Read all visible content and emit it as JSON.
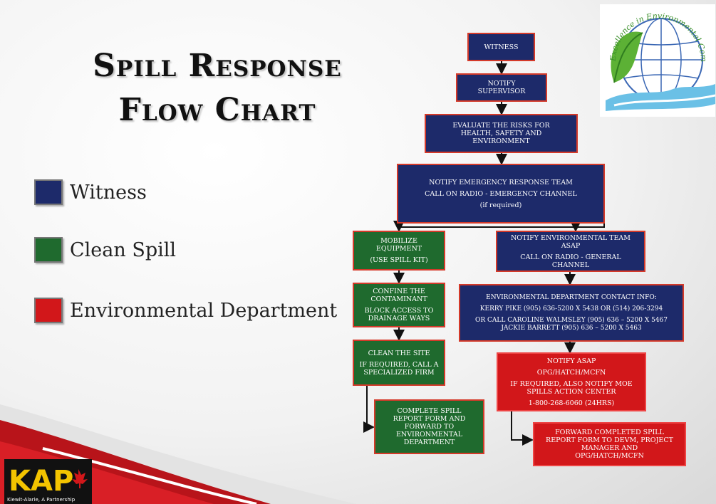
{
  "title": {
    "line1": "Spill Response",
    "line2": "Flow Chart"
  },
  "legend": [
    {
      "label": "Witness",
      "color": "#1d2a6a"
    },
    {
      "label": "Clean Spill",
      "color": "#1f6a2e"
    },
    {
      "label": "Environmental Department",
      "color": "#d2171a"
    }
  ],
  "flow": {
    "witness": [
      "WITNESS"
    ],
    "notify_supervisor": [
      "NOTIFY",
      "SUPERVISOR"
    ],
    "evaluate": [
      "EVALUATE THE RISKS FOR",
      "HEALTH, SAFETY AND",
      "ENVIRONMENT"
    ],
    "notify_ert": [
      "NOTIFY EMERGENCY RESPONSE TEAM",
      "CALL ON RADIO - EMERGENCY CHANNEL",
      "(if required)"
    ],
    "mobilize": [
      "MOBILIZE",
      "EQUIPMENT",
      "(USE SPILL KIT)"
    ],
    "confine": [
      "CONFINE THE",
      "CONTAMINANT",
      "BLOCK ACCESS TO",
      "DRAINAGE WAYS"
    ],
    "clean_site": [
      "CLEAN THE SITE",
      "IF REQUIRED, CALL A",
      "SPECIALIZED FIRM"
    ],
    "complete_report": [
      "COMPLETE SPILL",
      "REPORT FORM AND",
      "FORWARD TO",
      "ENVIRONMENTAL",
      "DEPARTMENT"
    ],
    "notify_env_team": [
      "NOTIFY ENVIRONMENTAL TEAM",
      "ASAP",
      "CALL ON RADIO - GENERAL",
      "CHANNEL"
    ],
    "env_contacts": [
      "ENVIRONMENTAL DEPARTMENT CONTACT INFO:",
      "KERRY PIKE (905) 636-5200 X 5438  OR (514) 206-3294",
      "OR CALL CAROLINE WALMSLEY (905)  636 – 5200 X 5467",
      "JACKIE BARRETT (905) 636 – 5200 X 5463"
    ],
    "notify_asap": [
      "NOTIFY ASAP",
      "OPG/HATCH/MCFN",
      "IF REQUIRED, ALSO NOTIFY MOE",
      "SPILLS ACTION CENTER",
      "1-800-268-6060 (24HRS)"
    ],
    "forward_report": [
      "FORWARD COMPLETED SPILL",
      "REPORT FORM TO DEVM, PROJECT",
      "MANAGER AND",
      "OPG/HATCH/MCFN"
    ]
  },
  "globe_logo_text": "Excellence in Environmental Compliance",
  "kap_logo": {
    "letters": "KAP",
    "tagline": "Kiewit-Alarie, A Partnership"
  }
}
